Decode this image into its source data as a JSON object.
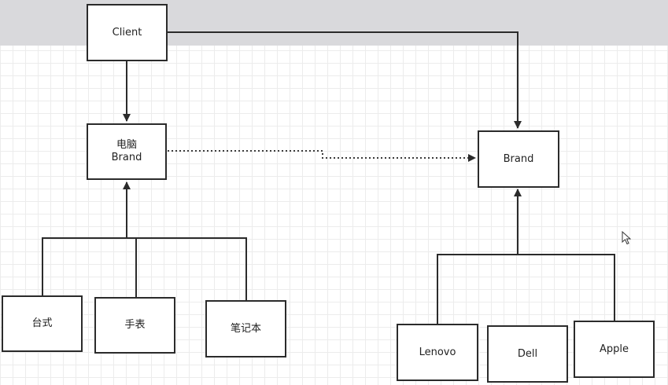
{
  "nodes": {
    "client": "Client",
    "computer": [
      "电脑",
      "Brand"
    ],
    "brand": "Brand",
    "desktop": "台式",
    "watch": "手表",
    "notebook": "笔记本",
    "lenovo": "Lenovo",
    "dell": "Dell",
    "apple": "Apple"
  },
  "colors": {
    "line": "#2b2b2b",
    "dotted": "#3a3a3a",
    "topbar": "#d9d9dc",
    "grid": "#ececec"
  },
  "icons": {
    "cursor": "mouse-pointer-icon"
  }
}
